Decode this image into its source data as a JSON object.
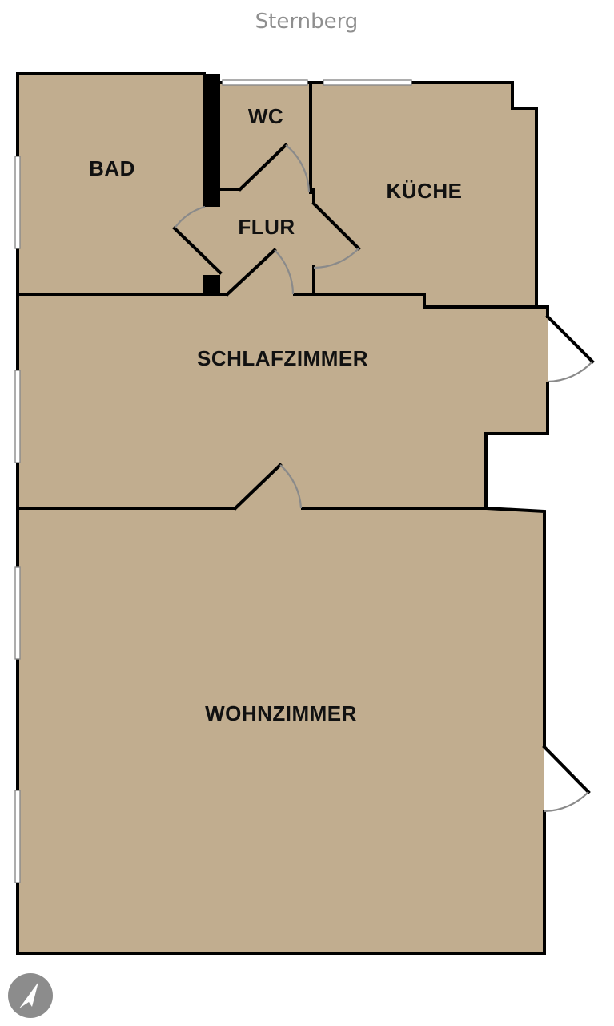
{
  "header": {
    "title": "Sternberg"
  },
  "rooms": {
    "bad": "BAD",
    "wc": "WC",
    "flur": "FLUR",
    "kueche": "KÜCHE",
    "schlafzimmer": "SCHLAFZIMMER",
    "wohnzimmer": "WOHNZIMMER"
  },
  "compass": {
    "icon": "compass-arrow-icon"
  },
  "colors": {
    "floor": "#c1ad8f",
    "wall": "#000000",
    "door_swing": "#8a8a8a",
    "title": "#8f8f8f",
    "compass": "#8c8c8c"
  }
}
